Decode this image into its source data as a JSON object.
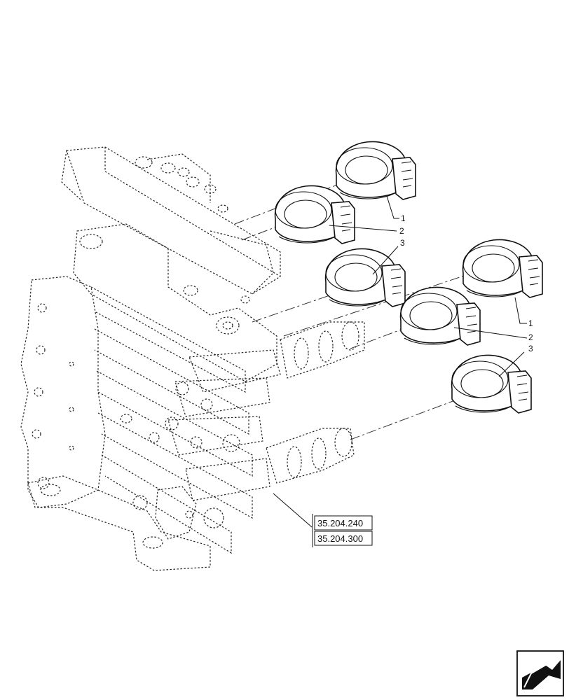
{
  "callouts": {
    "upper_group": [
      "1",
      "2",
      "3"
    ],
    "lower_group": [
      "1",
      "2",
      "3"
    ]
  },
  "references": [
    "35.204.240",
    "35.204.300"
  ],
  "nav_icon": "arrow-return-icon"
}
